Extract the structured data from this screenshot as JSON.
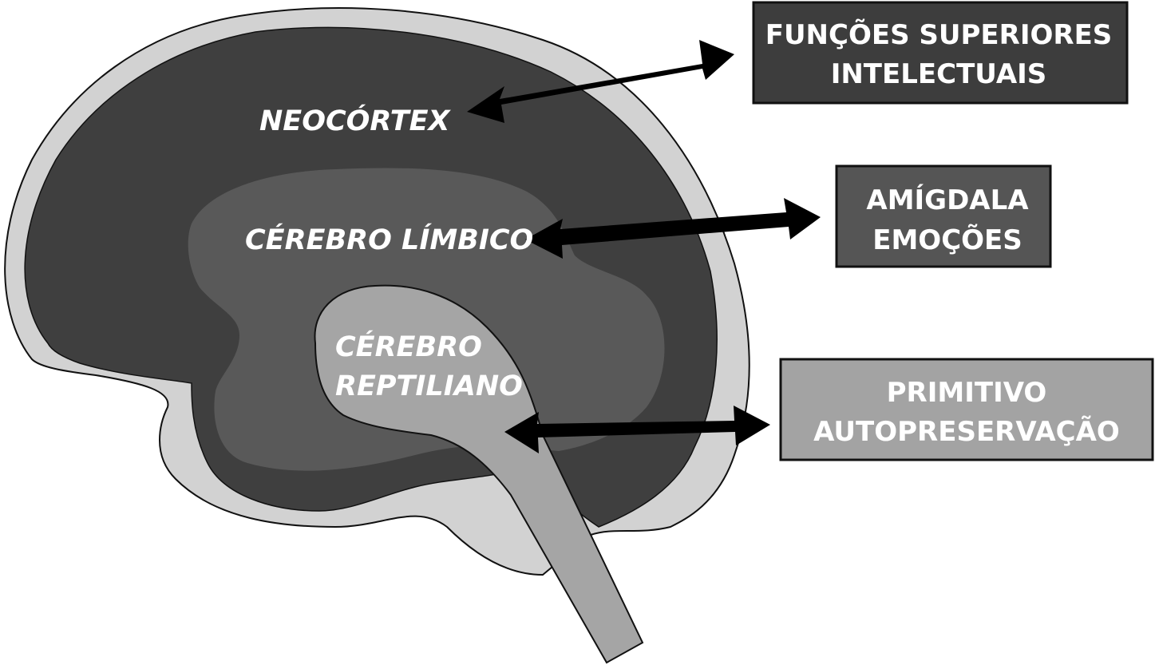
{
  "regions": {
    "neocortex": "NEOCÓRTEX",
    "limbic": "CÉREBRO LÍMBICO",
    "reptilian_line1": "CÉREBRO",
    "reptilian_line2": "REPTILIANO"
  },
  "boxes": {
    "higher_functions": {
      "line1": "FUNÇÕES SUPERIORES",
      "line2": "INTELECTUAIS"
    },
    "amygdala": {
      "line1": "AMÍGDALA",
      "line2": "EMOÇÕES"
    },
    "primitive": {
      "line1": "PRIMITIVO",
      "line2": "AUTOPRESERVAÇÃO"
    }
  },
  "colors": {
    "outer_cortex": "#d2d2d2",
    "neocortex": "#3f3f3f",
    "limbic": "#595959",
    "reptilian": "#a5a5a5",
    "box_dark": "#3d3d3d",
    "box_mid": "#555555",
    "box_light": "#a3a3a3"
  }
}
